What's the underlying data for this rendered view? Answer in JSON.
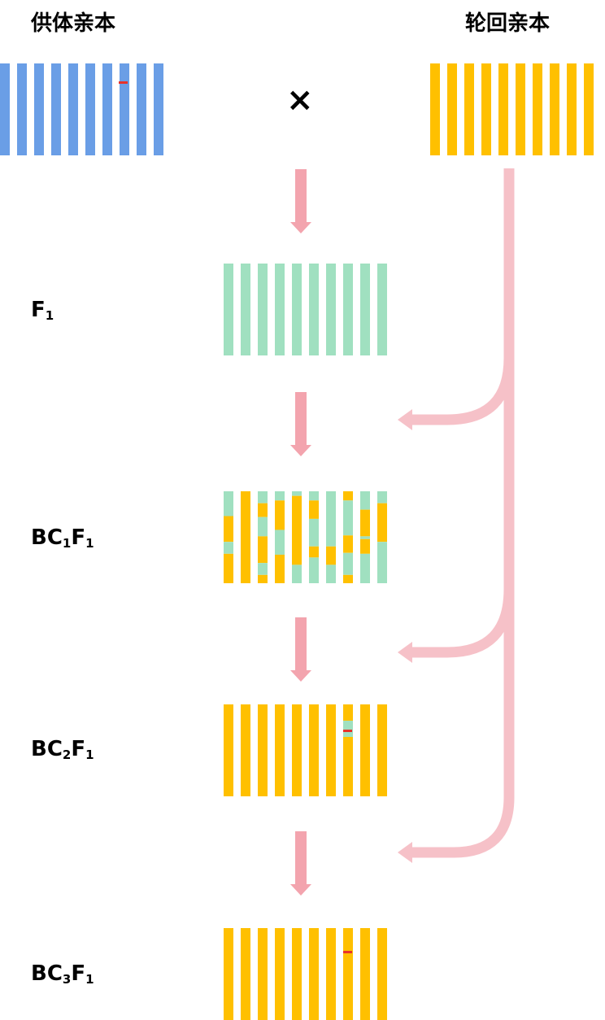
{
  "header": {
    "donor_label": "供体亲本",
    "recurrent_label": "轮回亲本"
  },
  "cross_symbol": "×",
  "generations": {
    "f1": {
      "base": "F",
      "sub1": "1"
    },
    "bc1f1": {
      "b": "BC",
      "bsub": "1",
      "f": "F",
      "fsub": "1"
    },
    "bc2f1": {
      "b": "BC",
      "bsub": "2",
      "f": "F",
      "fsub": "1"
    },
    "bc3f1": {
      "b": "BC",
      "bsub": "3",
      "f": "F",
      "fsub": "1"
    }
  },
  "colors": {
    "donor": "#6a9ee6",
    "recurrent": "#ffc000",
    "f1": "#a0e0c0",
    "marker": "#e8322a",
    "arrow_down": "#f3a4ae",
    "arrow_return": "#f6c1c8"
  }
}
